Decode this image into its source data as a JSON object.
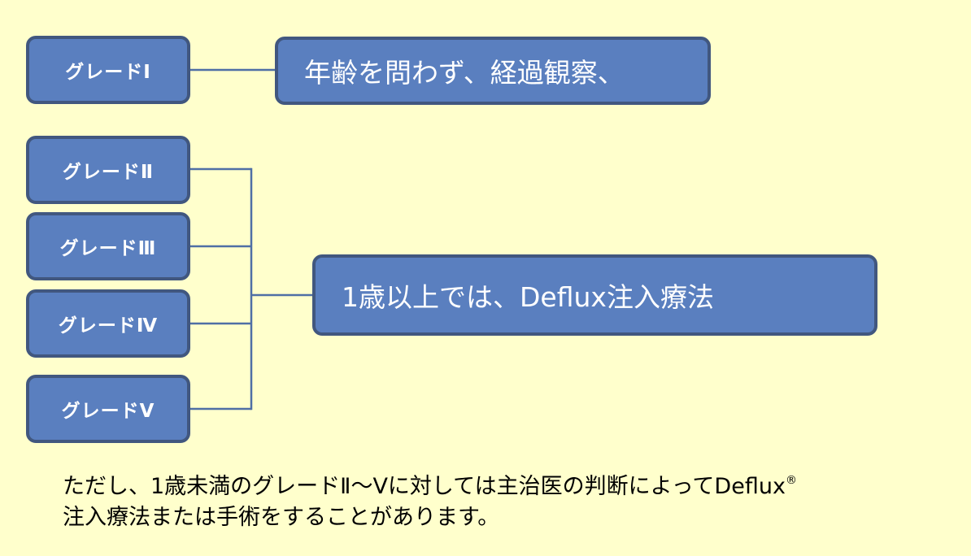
{
  "grades": [
    {
      "label": "グレードⅠ"
    },
    {
      "label": "グレードⅡ"
    },
    {
      "label": "グレードⅢ"
    },
    {
      "label": "グレードⅣ"
    },
    {
      "label": "グレードⅤ"
    }
  ],
  "outcomes": {
    "grade1": "年齢を問わず、経過観察、",
    "grade2to5": "1歳以上では、Deflux注入療法"
  },
  "footnote": {
    "text_before_mark": "ただし、1歳未満のグレードⅡ～Ⅴに対しては主治医の判断によってDeflux",
    "registered_mark": "®",
    "text_after_mark": "注入療法または手術をすることがあります。"
  },
  "colors": {
    "background": "#ffffcc",
    "box_fill": "#5a7fbf",
    "box_border": "#41577f",
    "connector": "#4f6fa5"
  }
}
